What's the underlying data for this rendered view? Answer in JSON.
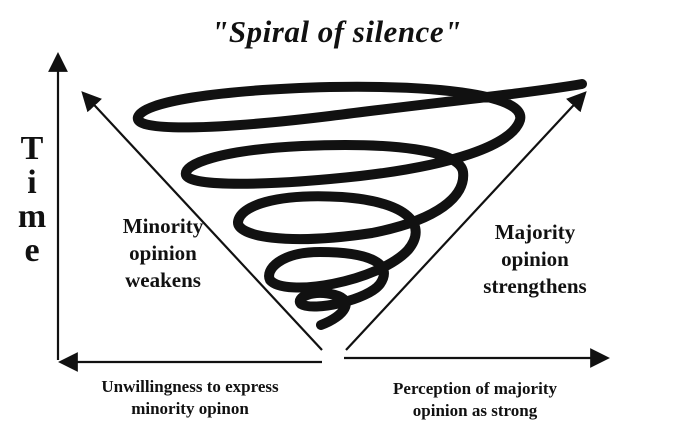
{
  "title": "\"Spiral of silence\"",
  "time_label": [
    "T",
    "i",
    "m",
    "e"
  ],
  "minority_label": [
    "Minority",
    "opinion",
    "weakens"
  ],
  "majority_label": [
    "Majority",
    "opinion",
    "strengthens"
  ],
  "x_caption_left": [
    "Unwillingness to express",
    "minority opinon"
  ],
  "x_caption_right": [
    "Perception of majority",
    "opinion as strong"
  ],
  "colors": {
    "ink": "#111111",
    "background": "#ffffff"
  }
}
